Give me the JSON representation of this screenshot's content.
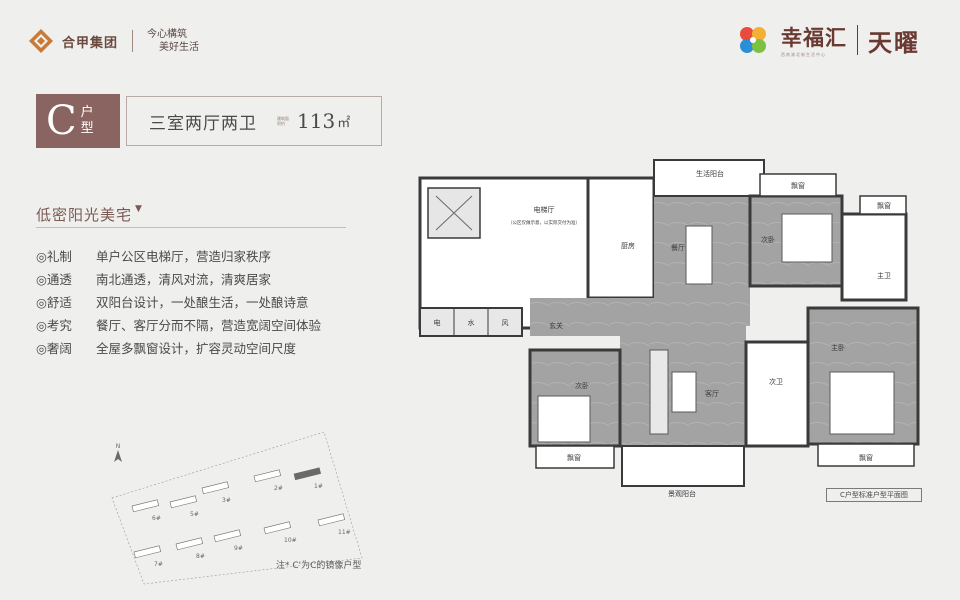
{
  "brand": {
    "company": "合甲集团",
    "slogan_line1": "今心構筑",
    "slogan_line2": "美好生活",
    "project_name": "幸福汇",
    "project_sub": "西南渝北新生活中心",
    "project_line": "天曜"
  },
  "unit": {
    "letter": "C",
    "label_top": "户",
    "label_bottom": "型",
    "layout": "三室两厅两卫",
    "area_label": "建筑面积约",
    "area_value": "113",
    "area_unit": "㎡"
  },
  "tagline": "低密阳光美宅",
  "features": [
    {
      "key": "◎礼制",
      "text": "单户公区电梯厅，营造归家秩序"
    },
    {
      "key": "◎通透",
      "text": "南北通透，清风对流，清爽居家"
    },
    {
      "key": "◎舒适",
      "text": "双阳台设计，一处酿生活，一处酿诗意"
    },
    {
      "key": "◎考究",
      "text": "餐厅、客厅分而不隔，营造宽阔空间体验"
    },
    {
      "key": "◎奢阔",
      "text": "全屋多飘窗设计，扩容灵动空间尺度"
    }
  ],
  "sitemap": {
    "north": "N",
    "buildings": [
      "1#",
      "2#",
      "3#",
      "5#",
      "6#",
      "7#",
      "8#",
      "9#",
      "10#",
      "11#"
    ]
  },
  "note": "注* C'为C的镜像户型",
  "plan": {
    "rooms": {
      "elevator_hall": "电梯厅",
      "elevator_note": "（公区仅做示意，以实际交付为准）",
      "kitchen": "厨房",
      "dining": "餐厅",
      "living": "客厅",
      "entry": "玄关",
      "bedroom2_top": "次卧",
      "bedroom2_bottom": "次卧",
      "master": "主卧",
      "master_bath": "主卫",
      "second_bath": "次卫",
      "life_balcony": "生活阳台",
      "view_balcony": "景观阳台",
      "bay_window": "飘窗",
      "elec": "电",
      "water": "水",
      "wind": "风"
    },
    "caption": "C户型标准户型平面图"
  },
  "colors": {
    "accent": "#8a6460",
    "wall": "#3a3a3a",
    "floor_light": "#ffffff",
    "floor_gray": "#a8a8a8"
  }
}
